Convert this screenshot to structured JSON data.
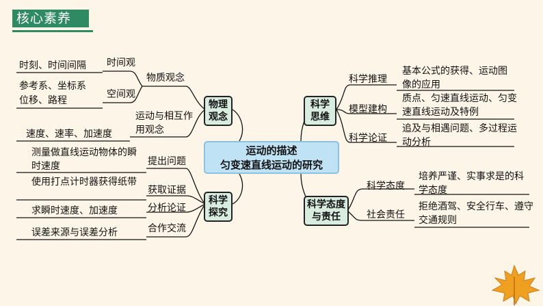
{
  "header": {
    "title": "核心素养"
  },
  "center": {
    "line1": "运动的描述",
    "line2": "匀变速直线运动的研究"
  },
  "left": {
    "physics_concept": {
      "label": "物理\n观念",
      "matter_concept": {
        "label": "物质观念",
        "time_view": {
          "label": "时间观",
          "items": [
            "时刻、时间间隔"
          ]
        },
        "space_view": {
          "label": "空间观",
          "items": [
            "参考系、坐标系",
            "位移、路程"
          ]
        }
      },
      "motion_interaction": {
        "label": "运动与相互作用观念",
        "items": [
          "速度、速率、加速度"
        ]
      }
    },
    "scientific_inquiry": {
      "label": "科学\n探究",
      "steps": [
        {
          "label": "提出问题",
          "detail": "测量做直线运动物体的瞬时速度"
        },
        {
          "label": "获取证据",
          "detail": "使用打点计时器获得纸带"
        },
        {
          "label": "分析论证",
          "detail": "求瞬时速度、加速度"
        },
        {
          "label": "合作交流",
          "detail": "误差来源与误差分析"
        }
      ]
    }
  },
  "right": {
    "scientific_thinking": {
      "label": "科学\n思维",
      "items": [
        {
          "label": "科学推理",
          "detail": "基本公式的获得、运动图像的应用"
        },
        {
          "label": "模型建构",
          "detail": "质点、匀速直线运动、匀变速直线运动及特例"
        },
        {
          "label": "科学论证",
          "detail": "追及与相遇问题、多过程运动分析"
        }
      ]
    },
    "attitude_responsibility": {
      "label": "科学态度\n与责任",
      "items": [
        {
          "label": "科学态度",
          "detail": "培养严谨、实事求是的科学态度"
        },
        {
          "label": "社会责任",
          "detail": "拒绝酒驾、安全行车、遵守交通规则"
        }
      ]
    }
  },
  "colors": {
    "header_green": "#2d8a62",
    "center_blue": "#bfe2f5",
    "node_green": "#d8ede0",
    "node_blue": "#d0eaf7",
    "leaf_orange": "#f0a020"
  }
}
